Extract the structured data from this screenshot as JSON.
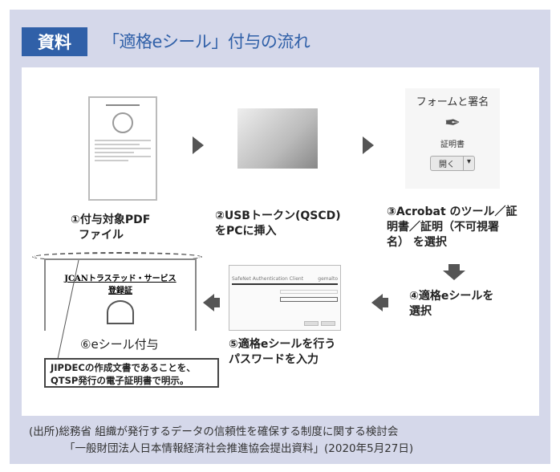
{
  "header": {
    "badge": "資料",
    "title": "「適格eシール」付与の流れ"
  },
  "steps": [
    {
      "label1": "①付与対象PDF",
      "label2": "ファイル"
    },
    {
      "label1": "②USBトークン(QSCD)",
      "label2": "をPCに挿入"
    },
    {
      "label1": "③Acrobat のツール／証",
      "label2": "明書／証明（不可視署",
      "label3": "名） を選択"
    },
    {
      "label1": "④適格eシールを",
      "label2": "選択"
    },
    {
      "label1": "⑤適格eシールを行う",
      "label2": "パスワードを入力"
    },
    {
      "label1": "⑥eシール付与"
    }
  ],
  "acrobat": {
    "heading": "フォームと署名",
    "tool": "証明書",
    "open_button": "開く"
  },
  "dialog": {
    "title": "SafeNet Authentication Client",
    "brand": "gemalto"
  },
  "certificate": {
    "title": "JCANトラステッド・サービス",
    "subtitle": "登録証"
  },
  "note": {
    "line1": "JIPDECの作成文書であることを、",
    "line2": "QTSP発行の電子証明書で明示。"
  },
  "source": {
    "line1": "(出所)総務省 組織が発行するデータの信頼性を確保する制度に関する検討会",
    "line2": "「一般財団法人日本情報経済社会推進協会提出資料」(2020年5月27日)"
  }
}
